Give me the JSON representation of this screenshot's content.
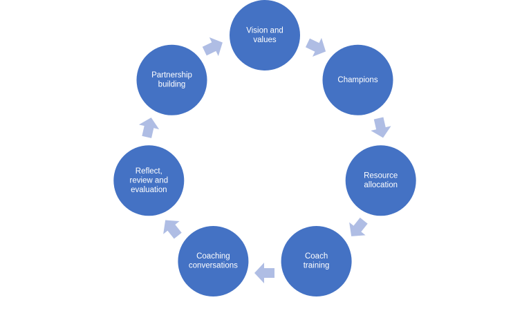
{
  "diagram": {
    "type": "cycle",
    "colors": {
      "node_fill": "#4472C4",
      "arrow_fill": "#AFBDE4",
      "label_text": "#FFFFFF"
    },
    "nodes": [
      {
        "id": "vision-and-values",
        "lines": [
          "Vision and",
          "values"
        ]
      },
      {
        "id": "champions",
        "lines": [
          "Champions"
        ]
      },
      {
        "id": "resource-allocation",
        "lines": [
          "Resource",
          "allocation"
        ]
      },
      {
        "id": "coach-training",
        "lines": [
          "Coach",
          "training"
        ]
      },
      {
        "id": "coaching-conversations",
        "lines": [
          "Coaching",
          "conversations"
        ]
      },
      {
        "id": "reflect-review-evaluation",
        "lines": [
          "Reflect,",
          "review and",
          "evaluation"
        ]
      },
      {
        "id": "partnership-building",
        "lines": [
          "Partnership",
          "building"
        ]
      }
    ],
    "edges": [
      {
        "from": "vision-and-values",
        "to": "champions"
      },
      {
        "from": "champions",
        "to": "resource-allocation"
      },
      {
        "from": "resource-allocation",
        "to": "coach-training"
      },
      {
        "from": "coach-training",
        "to": "coaching-conversations"
      },
      {
        "from": "coaching-conversations",
        "to": "reflect-review-evaluation"
      },
      {
        "from": "reflect-review-evaluation",
        "to": "partnership-building"
      },
      {
        "from": "partnership-building",
        "to": "vision-and-values"
      }
    ]
  }
}
